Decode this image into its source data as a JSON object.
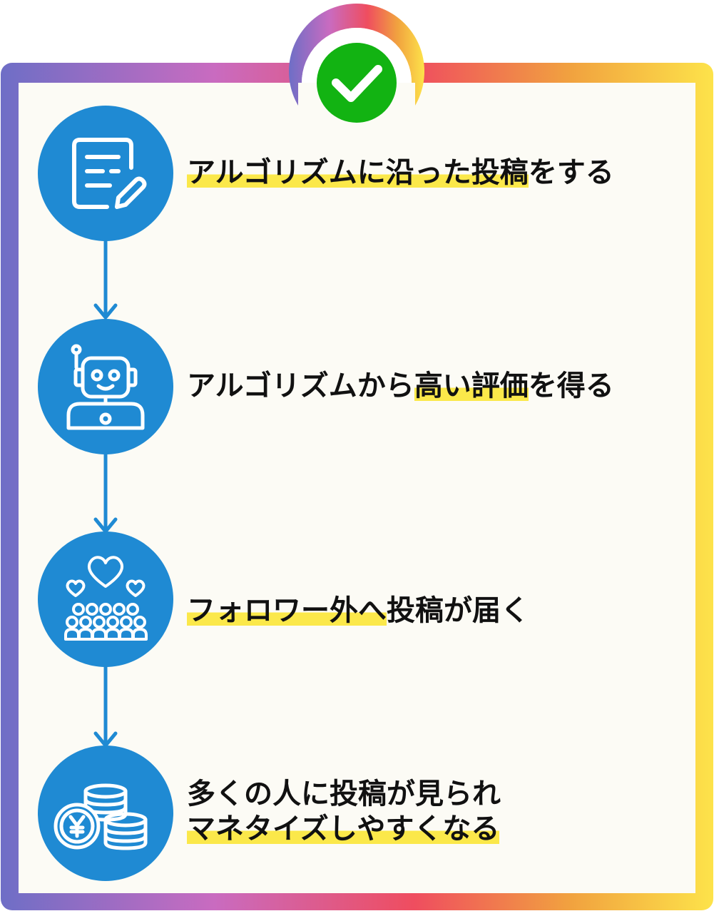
{
  "colors": {
    "frame_gradient": [
      "#6e6ec6",
      "#c96bc0",
      "#ef4d5f",
      "#f1a23f",
      "#fde34a"
    ],
    "panel_bg": "#fcfbf5",
    "circle": "#1f8ad3",
    "arrow": "#1f8ad3",
    "check_badge": "#12b312",
    "highlight": "#fbe84a",
    "text": "#111111"
  },
  "badge": {
    "icon": "check-icon"
  },
  "steps": [
    {
      "icon": "document-edit-icon",
      "lines": [
        {
          "parts": [
            {
              "text": "アルゴリズムに沿った投稿",
              "hl": true
            },
            {
              "text": "をする",
              "hl": false
            }
          ]
        }
      ]
    },
    {
      "icon": "robot-icon",
      "lines": [
        {
          "parts": [
            {
              "text": "アルゴリズムから",
              "hl": false
            },
            {
              "text": "高い評価",
              "hl": true
            },
            {
              "text": "を得る",
              "hl": false
            }
          ]
        }
      ]
    },
    {
      "icon": "audience-hearts-icon",
      "lines": [
        {
          "parts": [
            {
              "text": "フォロワー外へ",
              "hl": true
            },
            {
              "text": "投稿が届く",
              "hl": false
            }
          ]
        }
      ]
    },
    {
      "icon": "yen-coins-icon",
      "lines": [
        {
          "parts": [
            {
              "text": "多くの人に投稿が見られ",
              "hl": false
            }
          ]
        },
        {
          "parts": [
            {
              "text": "マネタイズしやすくなる",
              "hl": true
            }
          ]
        }
      ]
    }
  ]
}
